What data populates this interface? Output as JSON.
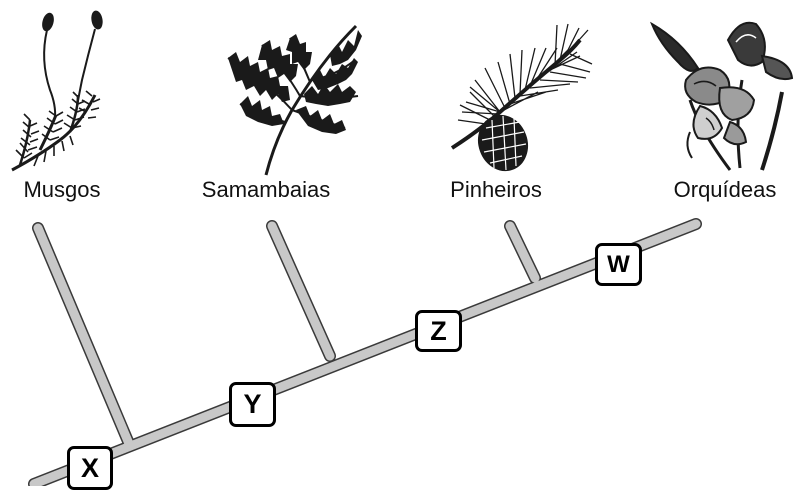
{
  "diagram": {
    "taxa": [
      {
        "id": "musgos",
        "label": "Musgos",
        "illustration": "moss-illustration"
      },
      {
        "id": "samambaias",
        "label": "Samambaias",
        "illustration": "fern-illustration"
      },
      {
        "id": "pinheiros",
        "label": "Pinheiros",
        "illustration": "pine-illustration"
      },
      {
        "id": "orquideas",
        "label": "Orquídeas",
        "illustration": "orchid-illustration"
      }
    ],
    "nodes": [
      {
        "id": "x",
        "label": "X"
      },
      {
        "id": "y",
        "label": "Y"
      },
      {
        "id": "z",
        "label": "Z"
      },
      {
        "id": "w",
        "label": "W"
      }
    ],
    "colors": {
      "branch": "#c8c8c8",
      "branch_outline": "#3a3a3a",
      "illustration": "#1a1a1a",
      "box_border": "#000000"
    }
  }
}
